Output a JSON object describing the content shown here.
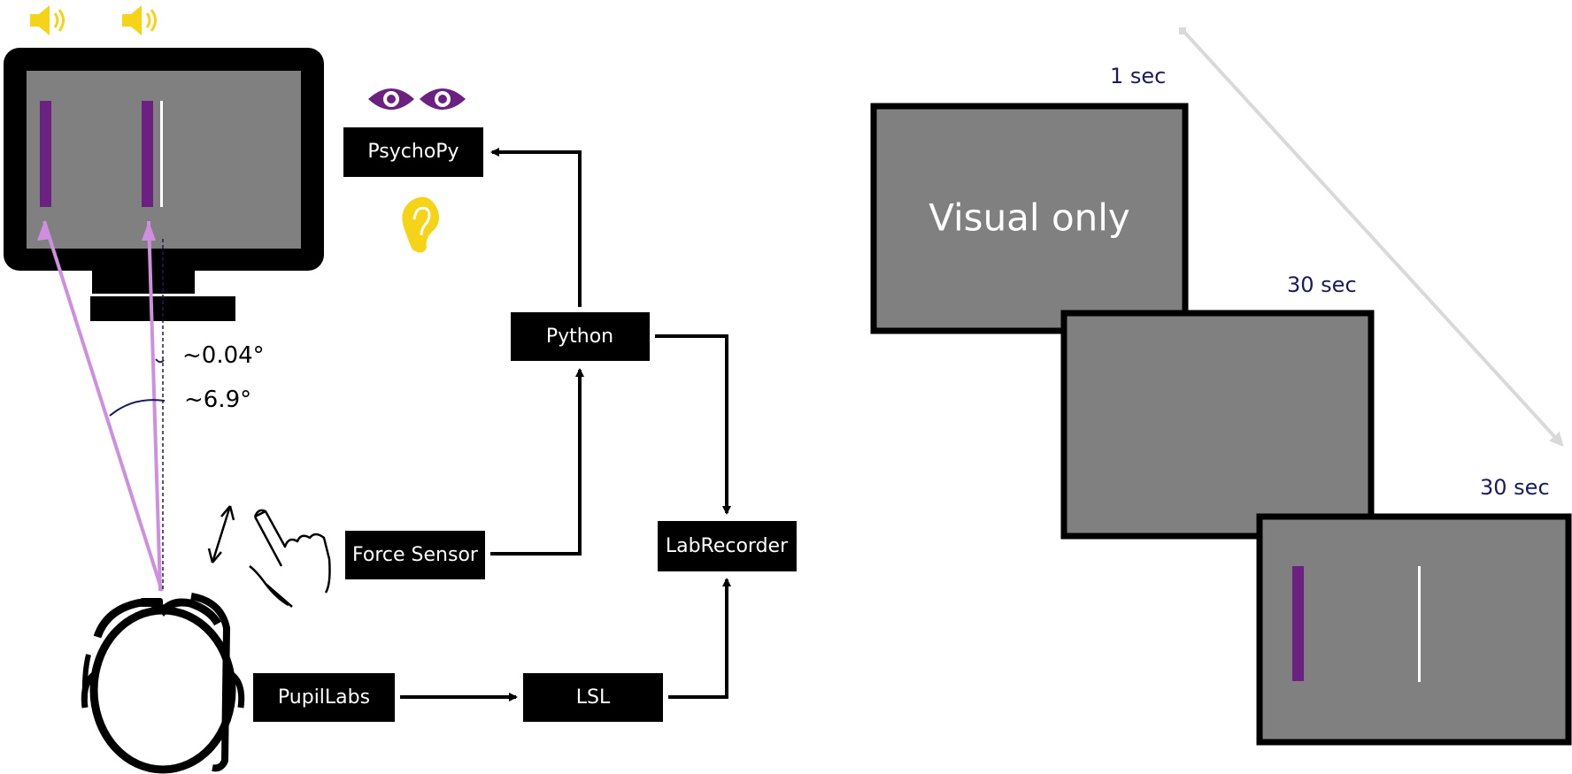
{
  "colors": {
    "purple": "#6b2180",
    "light_purple": "#cf8fe0",
    "gold": "#f5d418",
    "screen_gray": "#808080",
    "navy": "#1a1a5e",
    "box_black": "#000000",
    "arrow_gray": "#d9d9d9"
  },
  "setup": {
    "angle_small": "~0.04°",
    "angle_large": "~6.9°",
    "icons": [
      "speaker-icon",
      "speaker-icon",
      "eyes-icon",
      "ear-icon",
      "hand-icon",
      "double-arrow-icon",
      "head-icon",
      "glasses-icon"
    ]
  },
  "flow": {
    "psychopy": "PsychoPy",
    "python": "Python",
    "force_sensor": "Force Sensor",
    "labrecorder": "LabRecorder",
    "pupillabs": "PupilLabs",
    "lsl": "LSL"
  },
  "timeline": {
    "time_1": "1 sec",
    "time_2": "30 sec",
    "time_3": "30 sec",
    "screen_1_text": "Visual only"
  }
}
